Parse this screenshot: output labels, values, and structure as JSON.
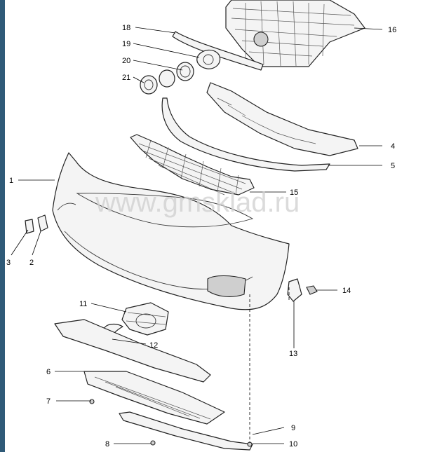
{
  "watermark": "www.gmsklad.ru",
  "callouts": {
    "c1": "1",
    "c2": "2",
    "c3": "3",
    "c4": "4",
    "c5": "5",
    "c6": "6",
    "c7": "7",
    "c8": "8",
    "c9": "9",
    "c10": "10",
    "c11": "11",
    "c12": "12",
    "c13": "13",
    "c14": "14",
    "c15": "15",
    "c16": "16",
    "c18": "18",
    "c19": "19",
    "c20": "20",
    "c21": "21"
  },
  "colors": {
    "accent_strip": "#2f5a78",
    "line": "#222222",
    "watermark": "#cfcfcf"
  }
}
